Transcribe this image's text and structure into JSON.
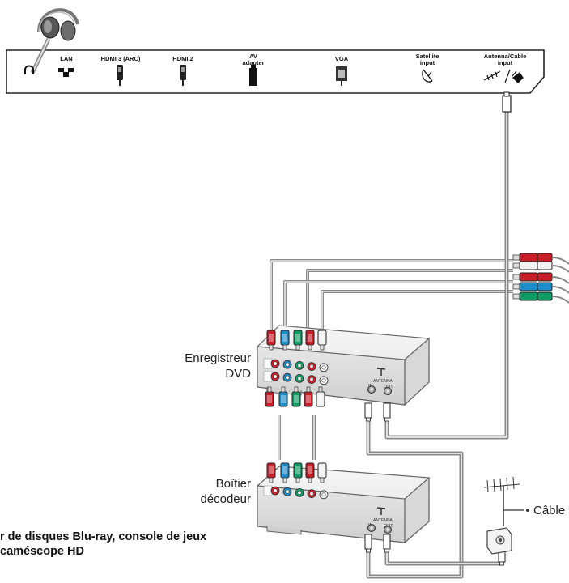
{
  "tv_panel": {
    "ports": [
      {
        "key": "headphone",
        "label": "",
        "icon": "headphone-jack-icon"
      },
      {
        "key": "lan",
        "label": "LAN",
        "icon": "lan-port-icon"
      },
      {
        "key": "hdmi3",
        "label": "HDMI 3 (ARC)",
        "icon": "hdmi-connector-icon"
      },
      {
        "key": "hdmi2",
        "label": "HDMI 2",
        "icon": "hdmi-connector-icon"
      },
      {
        "key": "av",
        "label": "AV\nadapter",
        "icon": "av-adapter-icon"
      },
      {
        "key": "vga",
        "label": "VGA",
        "icon": "vga-connector-icon"
      },
      {
        "key": "sat",
        "label": "Satellite\ninput",
        "icon": "satellite-dish-icon"
      },
      {
        "key": "ant",
        "label": "Antenna/Cable\ninput",
        "icon": "antenna-cable-icon"
      }
    ]
  },
  "devices": {
    "dvd_recorder": {
      "label": "Enregistreur\nDVD"
    },
    "decoder_box": {
      "label": "Boîtier\ndécodeur"
    },
    "rear_panel_text": {
      "antenna": "ANTENNA",
      "in": "IN",
      "out": "OUT"
    }
  },
  "cable_label": "Câble",
  "bottom_caption": "r de disques Blu-ray, console de jeux\ncaméscope HD",
  "colors": {
    "cable_gray": "#9a9a9a",
    "red": "#c81e28",
    "blue": "#1e8cc8",
    "green": "#0f9a64",
    "white": "#f2f2f2",
    "device_body": "#ececec"
  }
}
